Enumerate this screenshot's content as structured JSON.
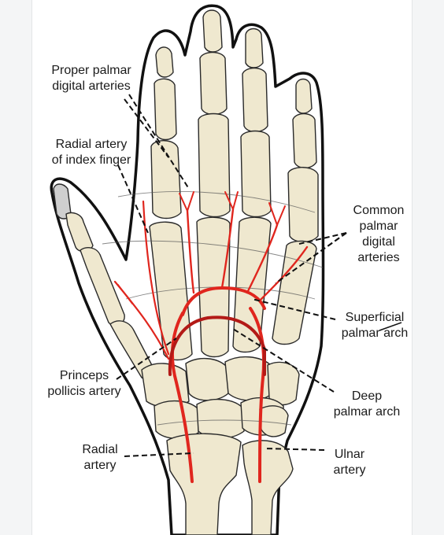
{
  "labels": {
    "proper_palmar_digital": [
      "Proper palmar",
      "digital arteries"
    ],
    "radial_index": [
      "Radial artery",
      "of index finger"
    ],
    "common_palmar_digital": [
      "Common",
      "palmar",
      "digital",
      "arteries"
    ],
    "superficial_arch": [
      "Superficial",
      "palmar arch"
    ],
    "princeps_pollicis": [
      "Princeps",
      "pollicis artery"
    ],
    "deep_arch": [
      "Deep",
      "palmar arch"
    ],
    "radial_artery": [
      "Radial",
      "artery"
    ],
    "ulnar_artery": [
      "Ulnar",
      "artery"
    ]
  },
  "colors": {
    "artery": "#e0261e",
    "deep_arch": "#b31a17",
    "bone_fill": "#efe8cf",
    "outline": "#111111"
  }
}
